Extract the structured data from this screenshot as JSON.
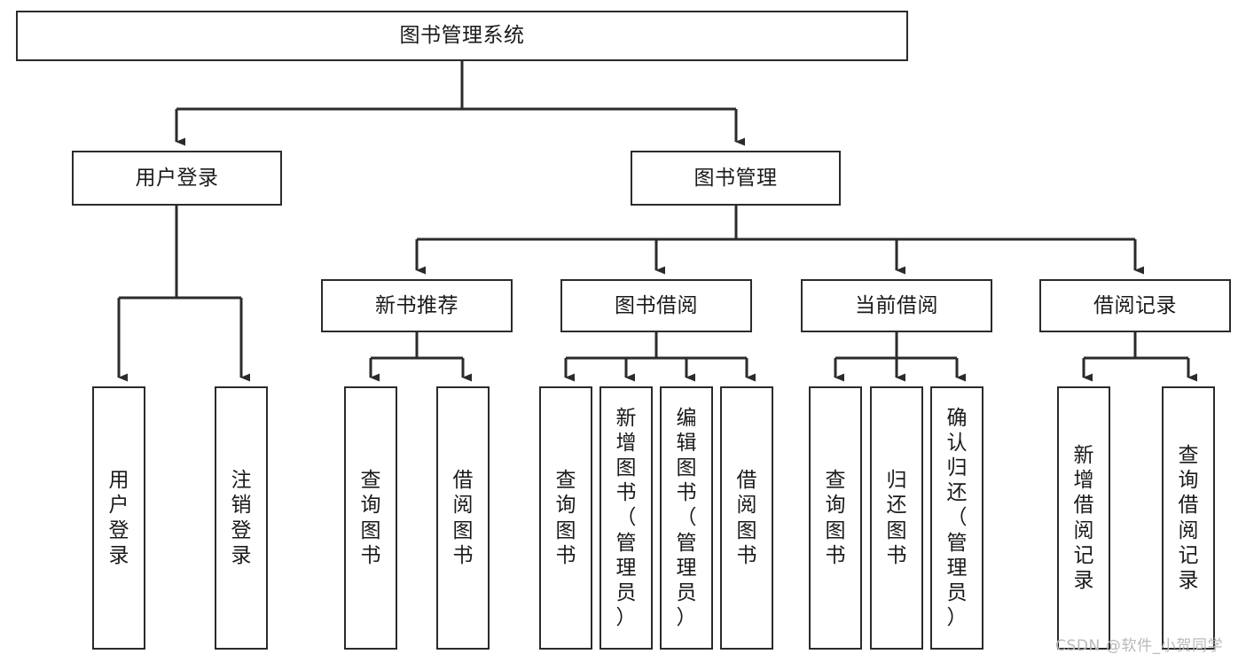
{
  "diagram": {
    "title": "图书管理系统",
    "type": "hierarchy-tree",
    "watermark": "CSDN @软件_小贺同学",
    "colors": {
      "box_border": "#2b2b2b",
      "box_fill": "#ffffff",
      "connector": "#2b2b2b",
      "text": "#1a1a1a",
      "watermark": "#b9b9b9",
      "background": "#ffffff"
    },
    "levels": {
      "level1": {
        "root": {
          "label": "图书管理系统"
        }
      },
      "level2": [
        {
          "label": "用户登录"
        },
        {
          "label": "图书管理"
        }
      ],
      "level3": [
        {
          "label": "新书推荐"
        },
        {
          "label": "图书借阅"
        },
        {
          "label": "当前借阅"
        },
        {
          "label": "借阅记录"
        }
      ],
      "level4": [
        {
          "label": "用户登录",
          "orientation": "vertical",
          "parent": "用户登录"
        },
        {
          "label": "注销登录",
          "orientation": "vertical",
          "parent": "用户登录"
        },
        {
          "label": "查询图书",
          "orientation": "vertical",
          "parent": "新书推荐"
        },
        {
          "label": "借阅图书",
          "orientation": "vertical",
          "parent": "新书推荐"
        },
        {
          "label": "查询图书",
          "orientation": "vertical",
          "parent": "图书借阅"
        },
        {
          "label": "新增图书（管理员）",
          "orientation": "vertical",
          "parent": "图书借阅"
        },
        {
          "label": "编辑图书（管理员）",
          "orientation": "vertical",
          "parent": "图书借阅"
        },
        {
          "label": "借阅图书",
          "orientation": "vertical",
          "parent": "图书借阅"
        },
        {
          "label": "查询图书",
          "orientation": "vertical",
          "parent": "当前借阅"
        },
        {
          "label": "归还图书",
          "orientation": "vertical",
          "parent": "当前借阅"
        },
        {
          "label": "确认归还（管理员）",
          "orientation": "vertical",
          "parent": "当前借阅"
        },
        {
          "label": "新增借阅记录",
          "orientation": "vertical",
          "parent": "借阅记录"
        },
        {
          "label": "查询借阅记录",
          "orientation": "vertical",
          "parent": "借阅记录"
        }
      ]
    }
  }
}
